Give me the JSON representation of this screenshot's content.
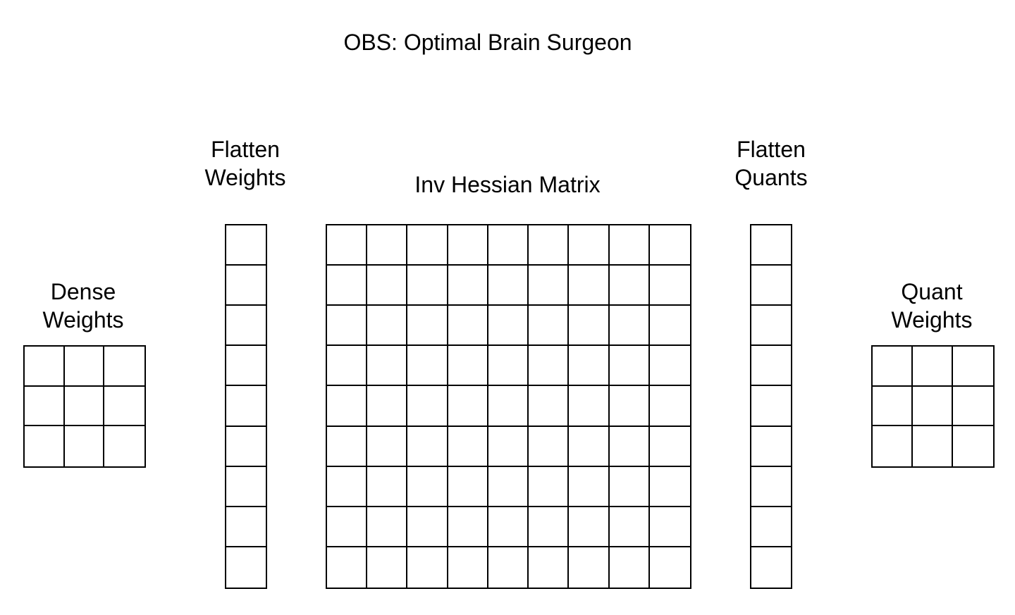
{
  "title": "OBS: Optimal Brain Surgeon",
  "blocks": {
    "dense_weights": {
      "label_line1": "Dense",
      "label_line2": "Weights",
      "rows": 3,
      "cols": 3
    },
    "flatten_weights": {
      "label_line1": "Flatten",
      "label_line2": "Weights",
      "rows": 9,
      "cols": 1
    },
    "inv_hessian": {
      "label": "Inv Hessian Matrix",
      "rows": 9,
      "cols": 9
    },
    "flatten_quants": {
      "label_line1": "Flatten",
      "label_line2": "Quants",
      "rows": 9,
      "cols": 1
    },
    "quant_weights": {
      "label_line1": "Quant",
      "label_line2": "Weights",
      "rows": 3,
      "cols": 3
    }
  }
}
